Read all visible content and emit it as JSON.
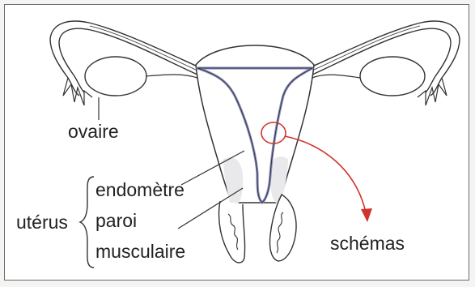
{
  "labels": {
    "ovaire": "ovaire",
    "uterus": "utérus",
    "endometre": "endomètre",
    "paroi_line1": "paroi",
    "paroi_line2": "musculaire",
    "schemas": "schémas"
  },
  "colors": {
    "outline": "#333333",
    "endometrium": "#8a8fc0",
    "tissue": "#e9e9ec",
    "arrow": "#d0342c"
  }
}
